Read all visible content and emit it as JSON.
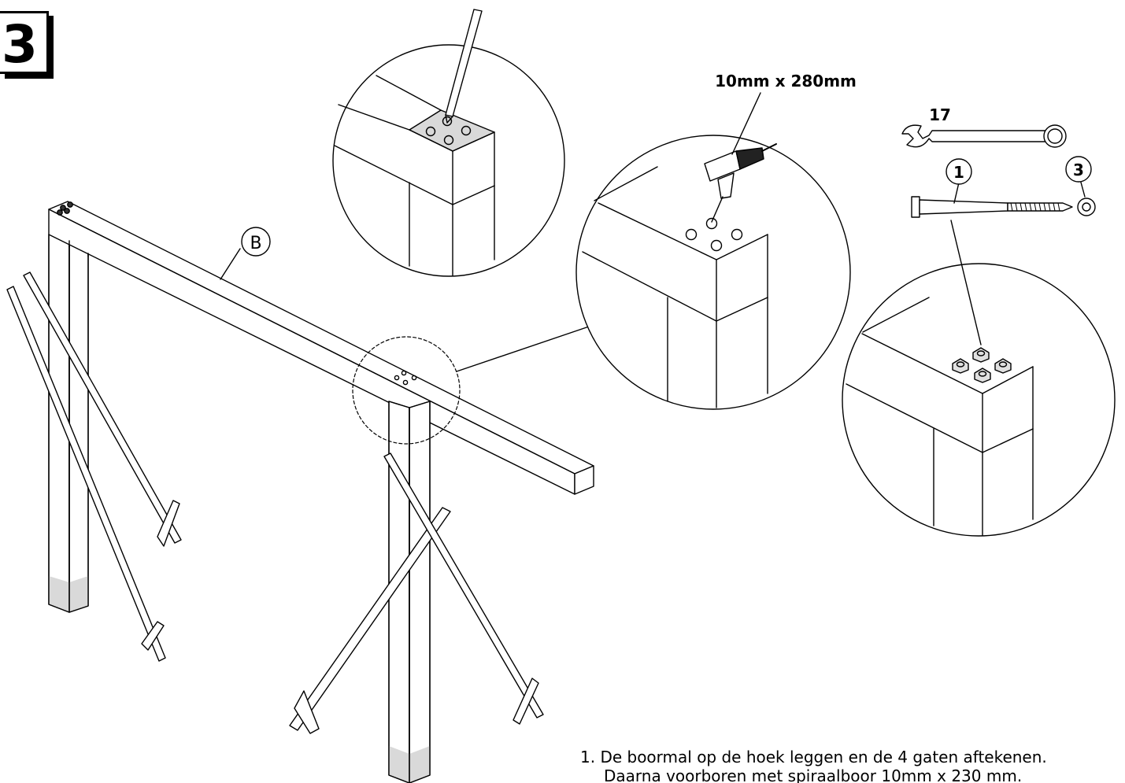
{
  "step": {
    "number": "3"
  },
  "labels": {
    "beam": "B",
    "drill_spec": "10mm x 280mm",
    "wrench_size": "17",
    "bolt_part": "1",
    "washer_part": "3"
  },
  "instructions": {
    "line1": "1. De boormal op de hoek leggen en de 4 gaten aftekenen.",
    "line2": "Daarna voorboren met spiraalboor 10mm x 230 mm."
  },
  "icons": [
    "pencil-icon",
    "drill-icon",
    "wrench-icon",
    "lag-bolt-icon",
    "washer-icon"
  ],
  "colors": {
    "stroke": "#000000",
    "shade": "#d9d9d9",
    "background": "#ffffff"
  }
}
